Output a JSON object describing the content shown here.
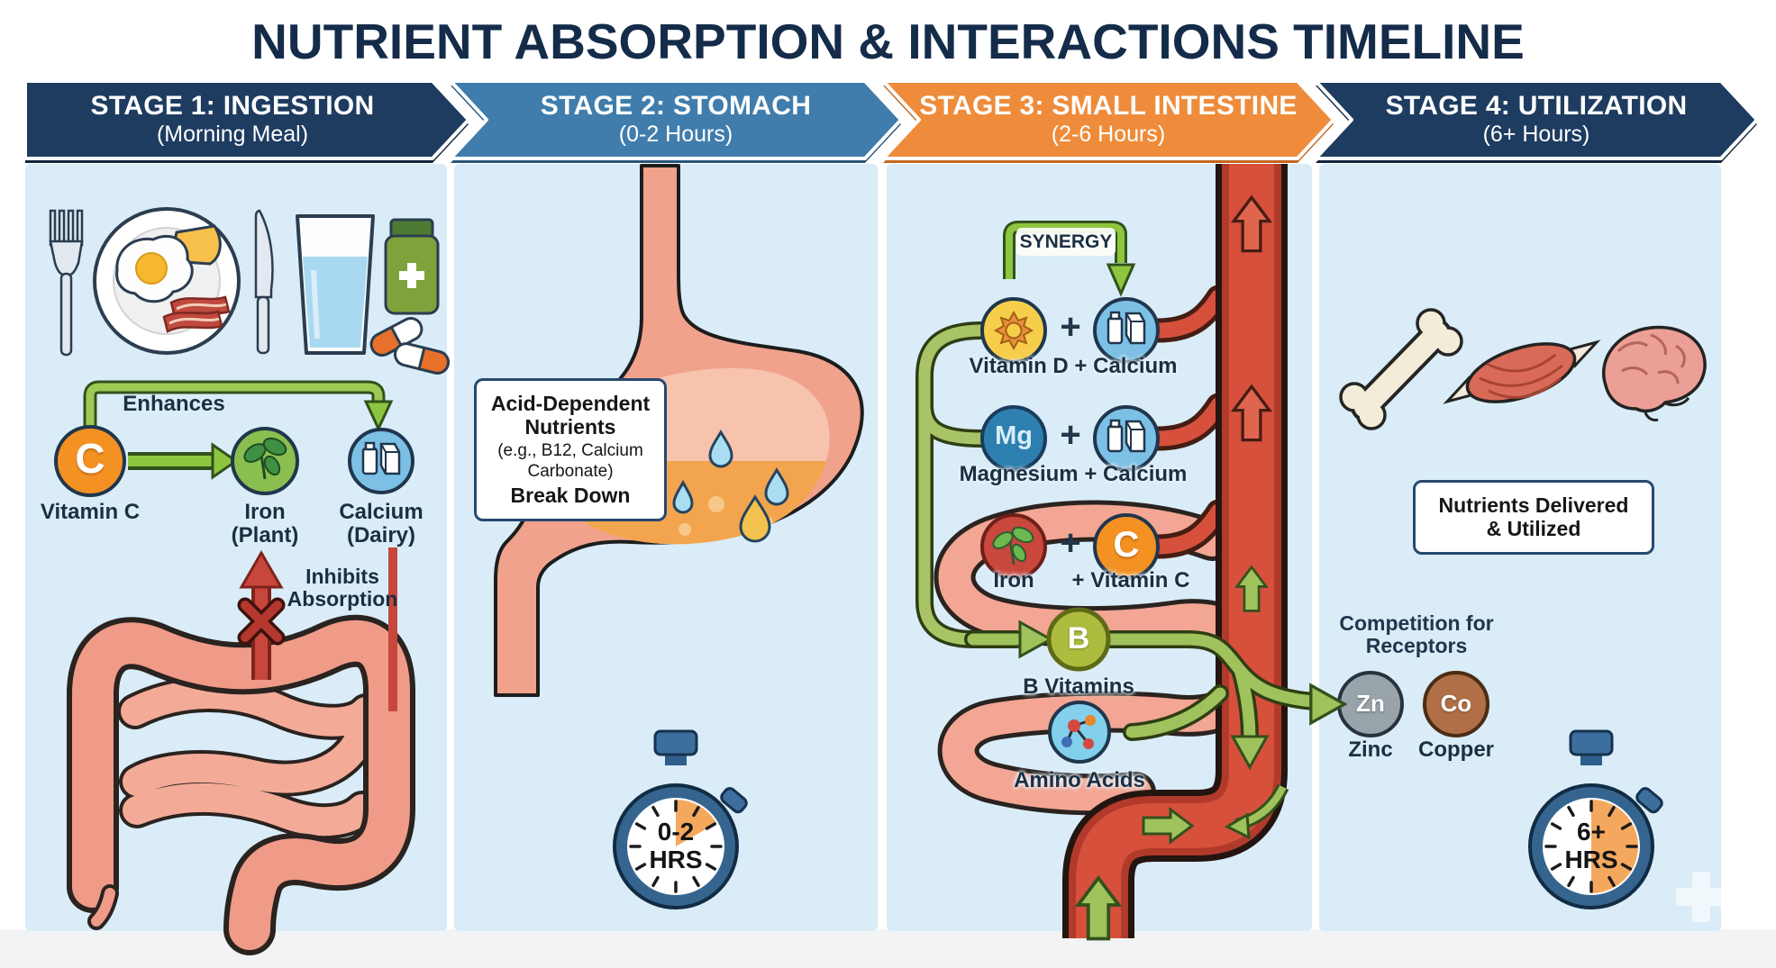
{
  "title": "NUTRIENT ABSORPTION & INTERACTIONS TIMELINE",
  "stages": [
    {
      "label": "STAGE 1: INGESTION",
      "sublabel": "(Morning Meal)",
      "color": "#1e3c60"
    },
    {
      "label": "STAGE 2: STOMACH",
      "sublabel": "(0-2 Hours)",
      "color": "#407dac"
    },
    {
      "label": "STAGE 3: SMALL INTESTINE",
      "sublabel": "(2-6 Hours)",
      "color": "#ee8c3b"
    },
    {
      "label": "STAGE 4: UTILIZATION",
      "sublabel": "(6+ Hours)",
      "color": "#1e3c60"
    }
  ],
  "stage1": {
    "enhances_label": "Enhances",
    "vitamin_c": {
      "symbol": "C",
      "label": "Vitamin C"
    },
    "iron": {
      "label": "Iron",
      "sublabel": "(Plant)"
    },
    "calcium": {
      "label": "Calcium",
      "sublabel": "(Dairy)"
    },
    "inhibits_label": "Inhibits Absorption"
  },
  "stage2": {
    "note": {
      "line1": "Acid-Dependent Nutrients",
      "line2": "(e.g., B12, Calcium Carbonate)",
      "line3": "Break Down"
    },
    "timer": {
      "value": "0-2",
      "unit": "HRS"
    }
  },
  "stage3": {
    "synergy_label": "SYNERGY",
    "plus": "+",
    "pair1": {
      "label": "Vitamin D + Calcium"
    },
    "pair2": {
      "symbol": "Mg",
      "label": "Magnesium + Calcium"
    },
    "pair3": {
      "left": "Iron",
      "right": "+ Vitamin C",
      "symbol": "C"
    },
    "b_vitamins": {
      "symbol": "B",
      "label": "B Vitamins"
    },
    "amino_acids": {
      "label": "Amino Acids"
    }
  },
  "stage4": {
    "note": {
      "line1": "Nutrients Delivered",
      "line2": "& Utilized"
    },
    "competition_label": "Competition for Receptors",
    "zinc": {
      "symbol": "Zn",
      "label": "Zinc"
    },
    "copper": {
      "symbol": "Co",
      "label": "Copper"
    },
    "timer": {
      "value": "6+",
      "unit": "HRS"
    }
  },
  "colors": {
    "banner_navy": "#1e3c60",
    "banner_blue": "#407dac",
    "banner_orange": "#ee8c3b",
    "panel_bg": "#d9ecf8",
    "arrow_green": "#8cc63f",
    "inhibit_red": "#c8473c",
    "vessel_red": "#d6503c"
  }
}
